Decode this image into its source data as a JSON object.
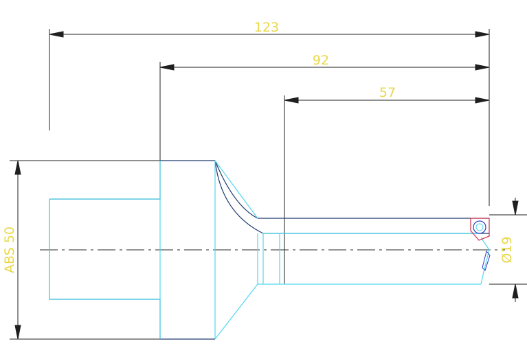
{
  "colors": {
    "outline": "#1f3b6e",
    "cyan": "#4fd8f0",
    "dimension_text": "#e8d84a",
    "insert_red": "#d23a5a",
    "insert_blue": "#3b46c8",
    "centerline": "#2a2a2a",
    "background": "#ffffff"
  },
  "dimensions": {
    "overall_length": "123",
    "mid_length": "92",
    "bar_length": "57",
    "bore_diameter": "Ø19",
    "shank_size": "ABS 50"
  },
  "icons": {
    "insert": "cutting-insert-icon"
  }
}
